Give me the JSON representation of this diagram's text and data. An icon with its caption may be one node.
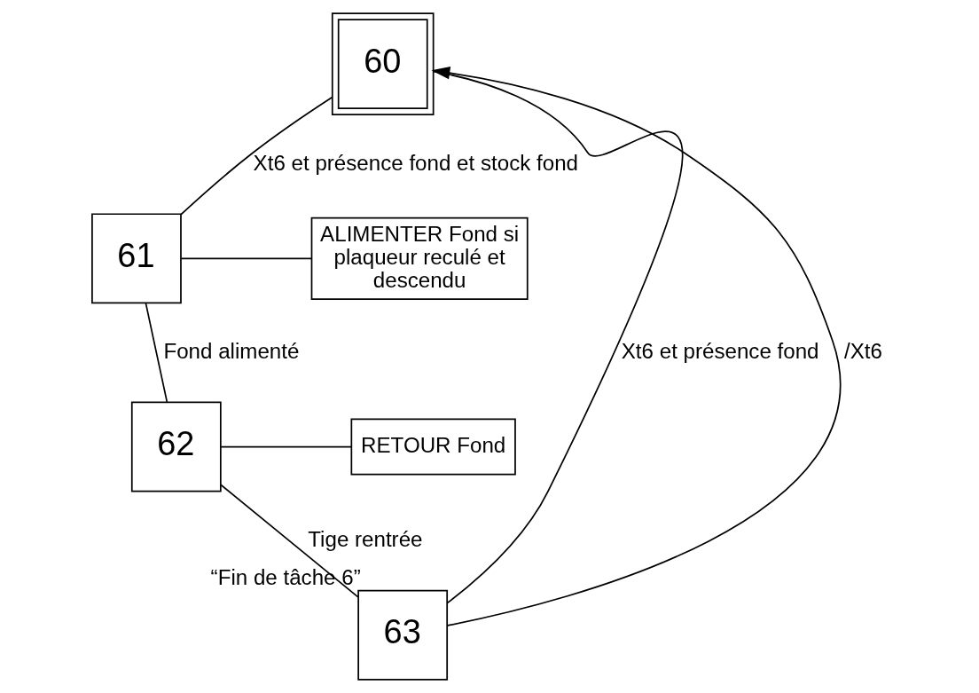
{
  "diagram": {
    "nodes": [
      {
        "text": [
          "60"
        ]
      },
      {
        "text": [
          "61"
        ]
      },
      {
        "text": [
          "ALIMENTER Fond si plaqueur reculé et descendu"
        ]
      },
      {
        "text": [
          "62"
        ]
      },
      {
        "text": [
          "RETOUR Fond"
        ]
      },
      {
        "text": [
          "63"
        ],
        "beside": [
          "“Fin de tâche 6”"
        ]
      }
    ],
    "edges": [
      {
        "from": 0,
        "to": 1,
        "arrow": "none",
        "label": "Xt6 et présence fond et stock fond"
      },
      {
        "from": 0,
        "to": 5,
        "arrow": "none",
        "label": "Xt6 et présence fond"
      },
      {
        "from": 1,
        "to": 2,
        "arrow": "none"
      },
      {
        "from": 1,
        "to": 3,
        "arrow": "none",
        "label": "Fond alimenté"
      },
      {
        "from": 3,
        "to": 4,
        "arrow": "none"
      },
      {
        "from": 3,
        "to": 5,
        "arrow": "none",
        "label": "Tige rentrée"
      },
      {
        "from": 5,
        "to": 0,
        "arrow": "to",
        "label": "/Xt6"
      }
    ]
  }
}
